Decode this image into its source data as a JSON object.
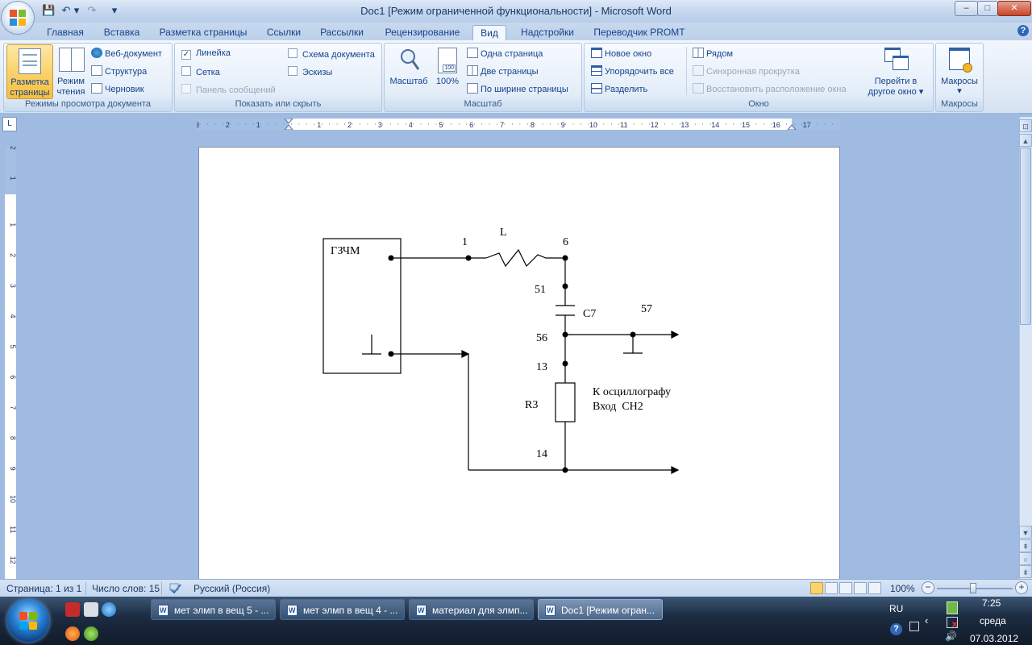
{
  "window": {
    "title": "Doc1 [Режим ограниченной функциональности] - Microsoft Word",
    "buttons": {
      "minimize": "–",
      "maximize": "□",
      "close": "✕"
    }
  },
  "quick_access": {
    "save": "💾",
    "undo": "↶",
    "undo_dropdown": "▾",
    "redo": "↷",
    "customize": "▾"
  },
  "tabs": [
    "Главная",
    "Вставка",
    "Разметка страницы",
    "Ссылки",
    "Рассылки",
    "Рецензирование",
    "Вид",
    "Надстройки",
    "Переводчик PROMT"
  ],
  "active_tab": "Вид",
  "help_icon": "?",
  "ribbon": {
    "views": {
      "label": "Режимы просмотра документа",
      "print_layout": "Разметка страницы",
      "reading": "Режим чтения",
      "web": "Веб-документ",
      "outline": "Структура",
      "draft": "Черновик"
    },
    "show": {
      "label": "Показать или скрыть",
      "ruler": "Линейка",
      "grid": "Сетка",
      "message_bar": "Панель сообщений",
      "doc_map": "Схема документа",
      "thumbnails": "Эскизы",
      "ruler_checked": "✓"
    },
    "zoom": {
      "label": "Масштаб",
      "zoom": "Масштаб",
      "hundred": "100%",
      "hundred_icon_text": "100",
      "one_page": "Одна страница",
      "two_pages": "Две страницы",
      "page_width": "По ширине страницы"
    },
    "window": {
      "label": "Окно",
      "new_window": "Новое окно",
      "arrange_all": "Упорядочить все",
      "split": "Разделить",
      "side_by_side": "Рядом",
      "sync_scroll": "Синхронная прокрутка",
      "reset_position": "Восстановить расположение окна",
      "switch_windows_1": "Перейти в",
      "switch_windows_2": "другое окно ▾"
    },
    "macros": {
      "label": "Макросы",
      "macros": "Макросы",
      "dropdown": "▾"
    }
  },
  "ruler": {
    "corner": "L",
    "h_ticks": [
      "3",
      "2",
      "1",
      "1",
      "2",
      "3",
      "4",
      "5",
      "6",
      "7",
      "8",
      "9",
      "10",
      "11",
      "12",
      "13",
      "14",
      "15",
      "16",
      "17"
    ],
    "v_ticks": [
      "2",
      "1",
      "1",
      "2",
      "3",
      "4",
      "5",
      "6",
      "7",
      "8",
      "9",
      "10",
      "11",
      "12"
    ]
  },
  "circuit": {
    "generator": "ГЗЧМ",
    "inductor": "L",
    "capacitor": "C7",
    "resistor": "R3",
    "nodes": [
      "1",
      "6",
      "51",
      "57",
      "56",
      "13",
      "14"
    ],
    "note_line1": "К осциллографу",
    "note_line2": "Вход  СН2"
  },
  "scrollbar": {
    "up": "▲",
    "down": "▼",
    "prev_page": "⇞",
    "browse": "○",
    "next_page": "⇟",
    "ruler_toggle": "⊡"
  },
  "status": {
    "page": "Страница: 1 из 1",
    "words": "Число слов: 15",
    "language": "Русский (Россия)",
    "zoom": "100%",
    "zoom_minus": "−",
    "zoom_plus": "+"
  },
  "taskbar": {
    "tasks": [
      "мет элмп в вещ 5 - ...",
      "мет элмп в вещ 4 - ...",
      "материал для элмп...",
      "Doc1 [Режим огран..."
    ],
    "lang": "RU",
    "time": "7:25",
    "day": "среда",
    "date": "07.03.2012",
    "help": "?"
  }
}
